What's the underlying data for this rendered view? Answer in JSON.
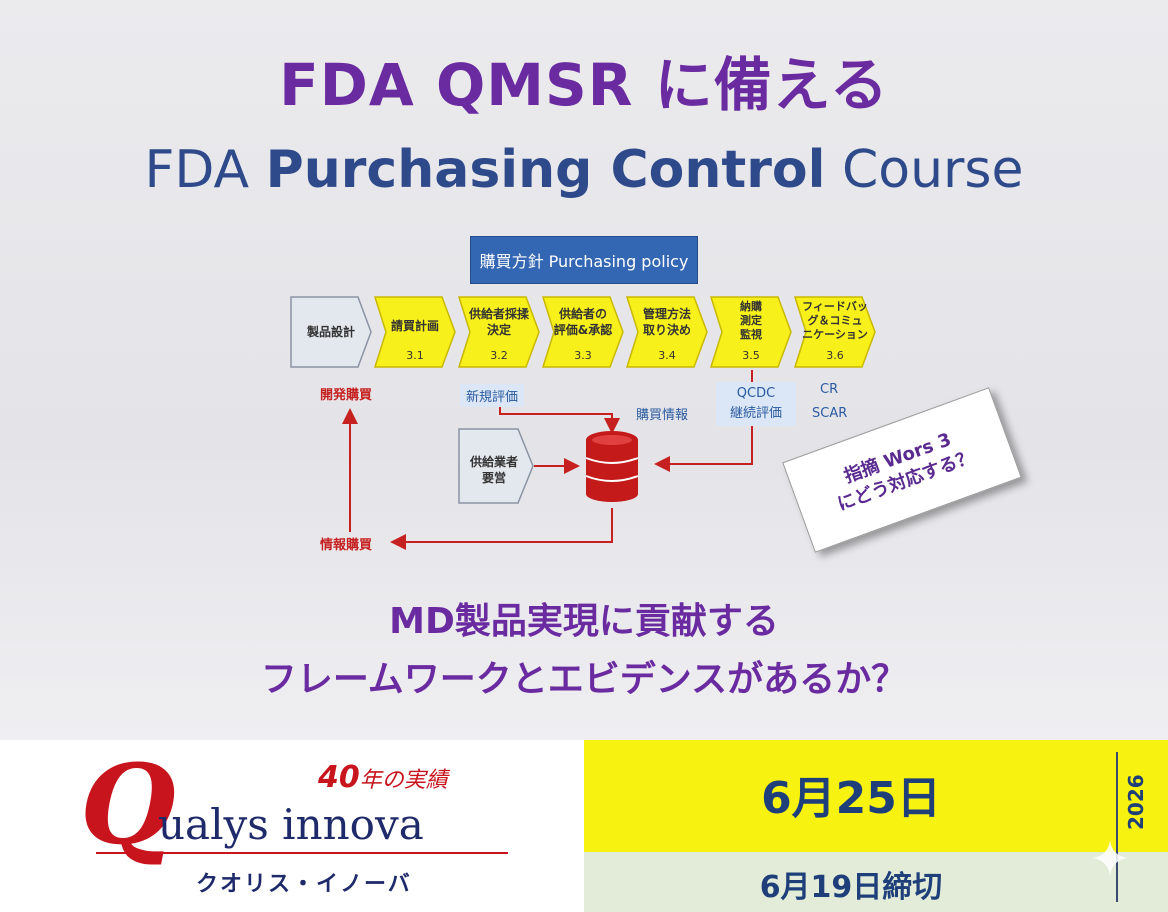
{
  "title": "FDA QMSR に備える",
  "subtitle": {
    "pre": "FDA ",
    "bold": "Purchasing Control",
    "post": " Course"
  },
  "diagram": {
    "policy": "購買方針 Purchasing policy",
    "steps": [
      {
        "label": "製品設計",
        "num": "",
        "fill": "#e3e7ee"
      },
      {
        "label": "請買計画",
        "num": "3.1",
        "fill": "#f8f01a"
      },
      {
        "label": "供給者採揉\n決定",
        "num": "3.2",
        "fill": "#f8f01a"
      },
      {
        "label": "供給者の\n評価&承認",
        "num": "3.3",
        "fill": "#f8f01a"
      },
      {
        "label": "管理方法\n取り決め",
        "num": "3.4",
        "fill": "#f8f01a"
      },
      {
        "label": "納購\n測定\n監視",
        "num": "3.5",
        "fill": "#f8f01a"
      },
      {
        "label": "フィードバッ\nグ＆コミュ\nニケーション",
        "num": "3.6",
        "fill": "#f8f01a"
      }
    ],
    "notes": {
      "dev_purchase": "開発購買",
      "new_eval": "新規評価",
      "purchase_info": "購買情報",
      "qcdc": "QCDC",
      "continuous_eval": "継続評価",
      "cr": "CR",
      "scar": "SCAR",
      "info_purchase": "情報購買",
      "supplier": "供給業者\n要営"
    },
    "tag": {
      "line1": "指摘 Wors 3",
      "line2": "にどう対応する？"
    }
  },
  "question": {
    "line1": "MD製品実現に貢献する",
    "line2": "フレームワークとエビデンスがあるか？"
  },
  "logo": {
    "q": "Q",
    "text": "ualys innova",
    "record_num": "40",
    "record_text": "年の実績",
    "kana": "クオリス・イノーバ"
  },
  "event": {
    "date": "6月25日",
    "deadline": "6月19日締切",
    "year": "2026"
  },
  "colors": {
    "purple": "#6a2aa0",
    "blue": "#2f4a8a",
    "red": "#c62020",
    "yellow": "#f8f01a"
  }
}
